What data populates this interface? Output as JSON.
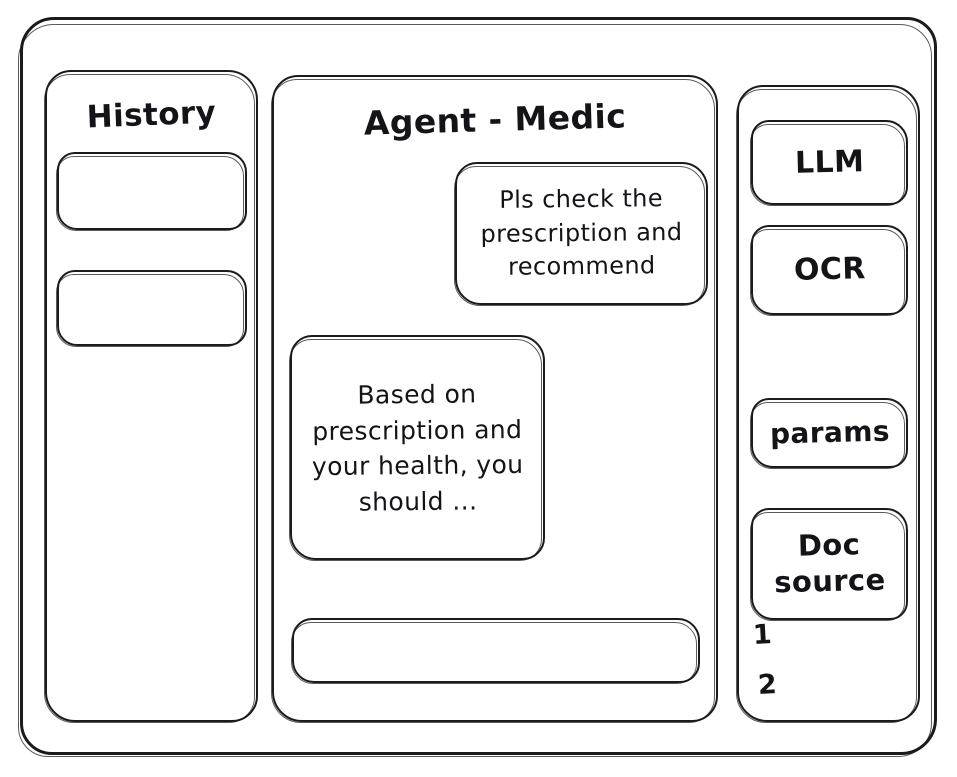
{
  "window": {
    "style": "hand-drawn-wireframe",
    "stroke_color": "#1b1b1f",
    "background_color": "#ffffff"
  },
  "sidebar": {
    "title": "History",
    "items": [
      {
        "label": ""
      },
      {
        "label": ""
      }
    ]
  },
  "main": {
    "title": "Agent - Medic",
    "messages": [
      {
        "role": "user",
        "align": "right",
        "text": "Pls check the prescription and recommend"
      },
      {
        "role": "assistant",
        "align": "left",
        "text": "Based on prescription and your health, you should ..."
      }
    ],
    "input": {
      "value": "",
      "placeholder": ""
    }
  },
  "tools": {
    "items": [
      {
        "label": "LLM"
      },
      {
        "label": "OCR"
      },
      {
        "label": "params"
      },
      {
        "label": "Doc source"
      }
    ],
    "doc_sources": [
      {
        "label": "1"
      },
      {
        "label": "2"
      }
    ]
  }
}
